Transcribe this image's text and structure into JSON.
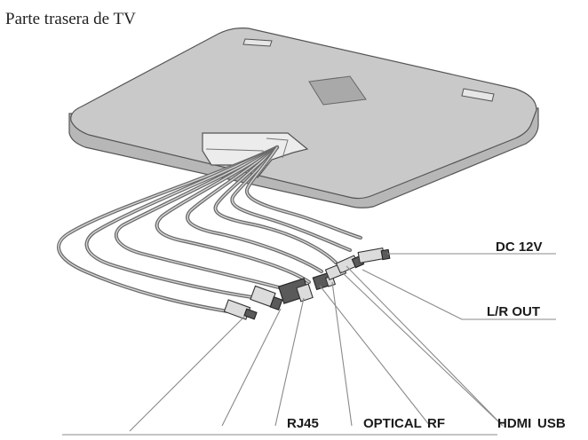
{
  "title": "Parte trasera de TV",
  "labels": {
    "dc12v": "DC 12V",
    "lr_out": "L/R OUT",
    "rj45": "RJ45",
    "optical": "OPTICAL",
    "rf": "RF",
    "hdmi": "HDMI",
    "usb": "USB"
  }
}
